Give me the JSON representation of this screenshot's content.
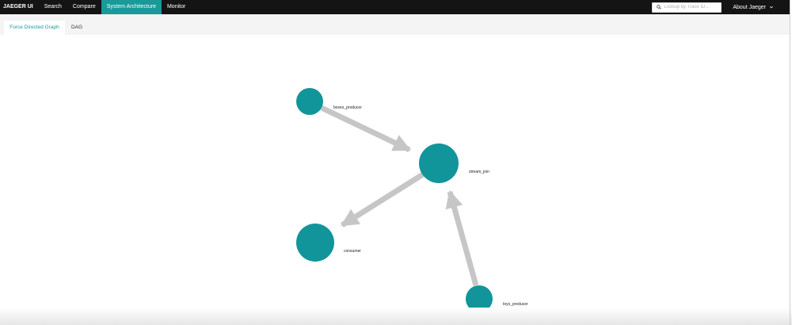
{
  "topnav": {
    "brand": "JAEGER UI",
    "items": [
      {
        "label": "Search",
        "active": false
      },
      {
        "label": "Compare",
        "active": false
      },
      {
        "label": "System Architecture",
        "active": true
      },
      {
        "label": "Monitor",
        "active": false
      }
    ],
    "search": {
      "placeholder": "Lookup by Trace ID...",
      "value": "",
      "icon": "search-icon"
    },
    "about": {
      "label": "About Jaeger",
      "icon": "chevron-down-icon"
    }
  },
  "tabs": [
    {
      "label": "Force Directed Graph",
      "active": true
    },
    {
      "label": "DAG",
      "active": false
    }
  ],
  "graph": {
    "node_color": "#11959a",
    "edge_color": "#c6c6c6",
    "nodes": [
      {
        "id": "boxes_producer",
        "label": "boxes_producer"
      },
      {
        "id": "stream_join",
        "label": "stream_join"
      },
      {
        "id": "consumer",
        "label": "consumer"
      },
      {
        "id": "toys_producer",
        "label": "toys_producer"
      }
    ],
    "edges": [
      {
        "from": "boxes_producer",
        "to": "stream_join"
      },
      {
        "from": "stream_join",
        "to": "consumer"
      },
      {
        "from": "toys_producer",
        "to": "stream_join"
      }
    ]
  },
  "colors": {
    "nav_bg": "#141414",
    "accent": "#199a99",
    "tabbar_bg": "#f4f4f4"
  }
}
